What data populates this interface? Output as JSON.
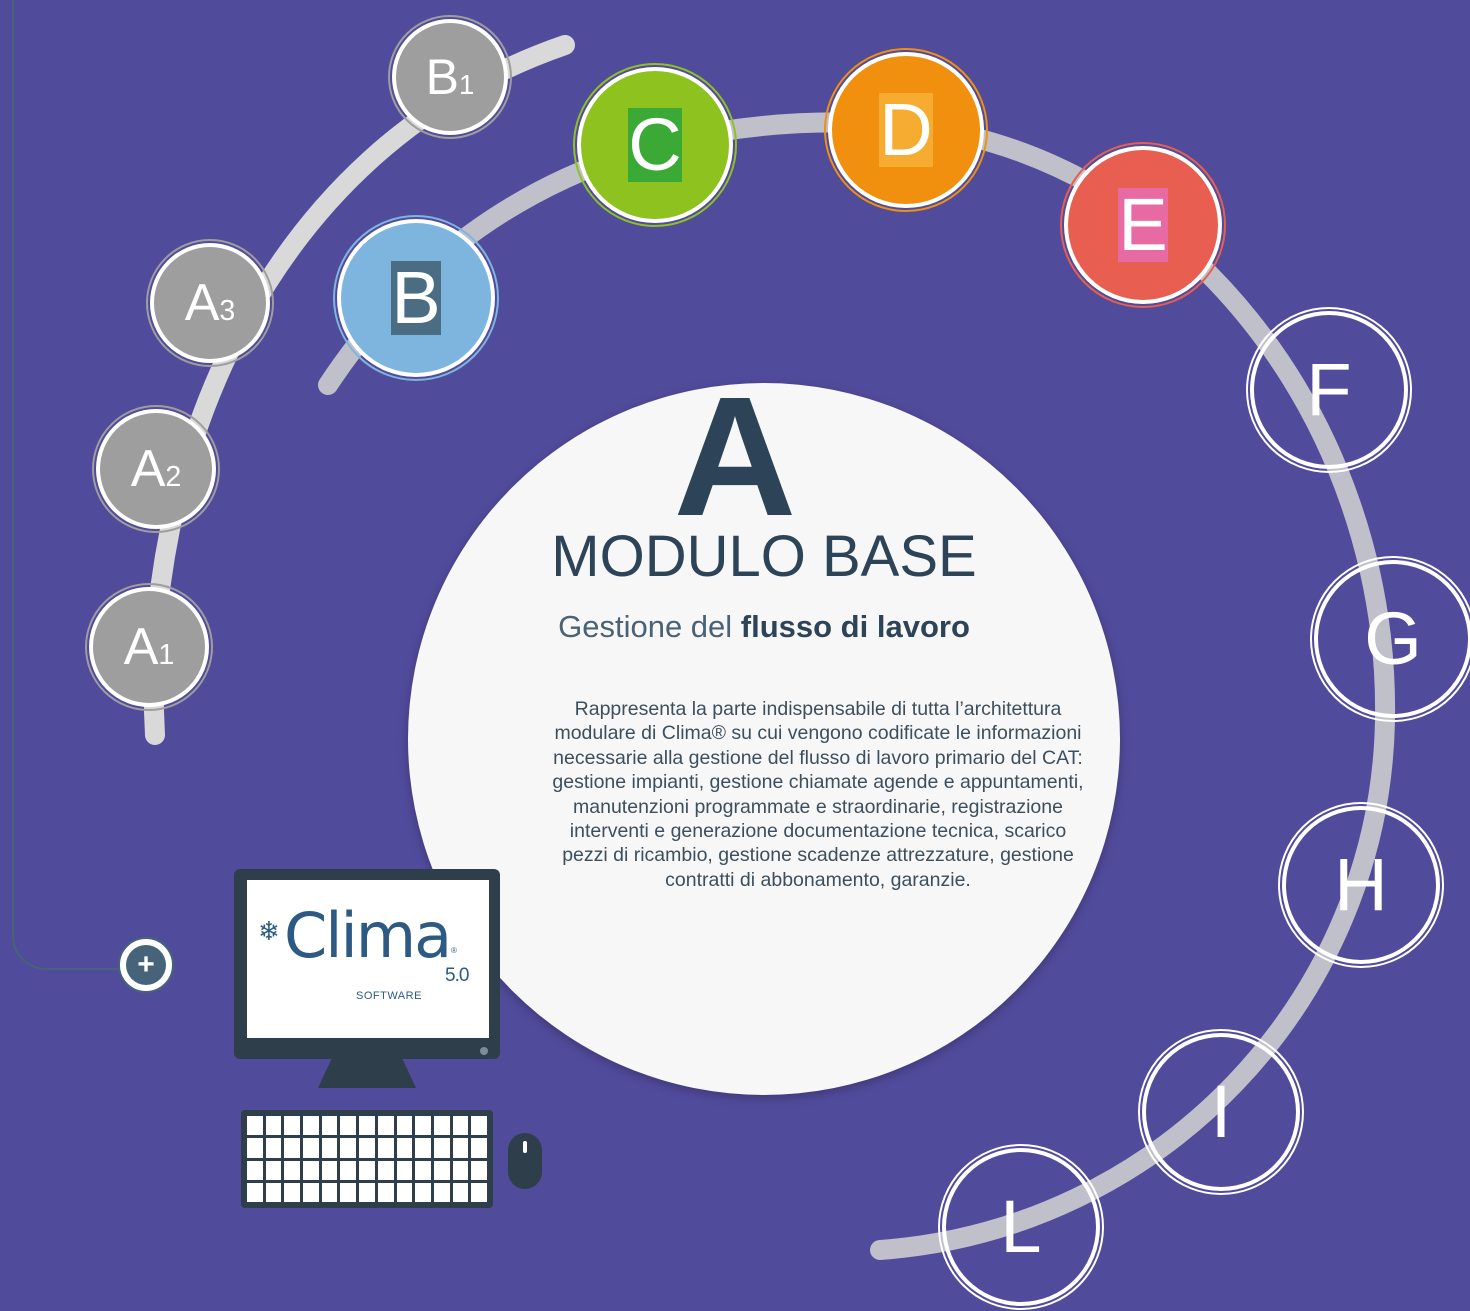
{
  "main_module": {
    "letter": "A",
    "title": "MODULO BASE",
    "subtitle_prefix": "Gestione del ",
    "subtitle_bold": "flusso di lavoro",
    "description": "Rappresenta la parte indispensabile di tutta l’architettura modulare di Clima® su cui vengono codificate le informazioni necessarie alla gestione del flusso di lavoro primario del CAT: gestione impianti, gestione chiamate agende e appuntamenti, manutenzioni programmate e straordinarie, registrazione interventi e generazione documentazione tecnica, scarico pezzi di ricambio, gestione scadenze attrezzature, gestione contratti di abbonamento, garanzie."
  },
  "sub_modules": [
    {
      "letter": "A",
      "index": "1",
      "color": "#9e9e9e"
    },
    {
      "letter": "A",
      "index": "2",
      "color": "#9e9e9e"
    },
    {
      "letter": "A",
      "index": "3",
      "color": "#9e9e9e"
    },
    {
      "letter": "B",
      "index": "1",
      "color": "#9e9e9e"
    }
  ],
  "modules": [
    {
      "letter": "B",
      "color": "#514b9c"
    },
    {
      "letter": "C",
      "color": "#7eb5df"
    },
    {
      "letter": "D",
      "color": "#4b6d84"
    },
    {
      "letter": "E",
      "color": "#8dc21f"
    },
    {
      "letter": "F",
      "color": "#3aa935"
    },
    {
      "letter": "G",
      "color": "#f0900e"
    },
    {
      "letter": "H",
      "color": "#f6ac30"
    },
    {
      "letter": "I",
      "color": "#e85e51"
    },
    {
      "letter": "L",
      "color": "#e86aa2"
    }
  ],
  "expand_button": {
    "icon": "plus-icon",
    "glyph": "+"
  },
  "logo": {
    "star": "❄",
    "wordmark": "Clima",
    "registered": "®",
    "software": "SOFTWARE",
    "version": "5.0"
  }
}
